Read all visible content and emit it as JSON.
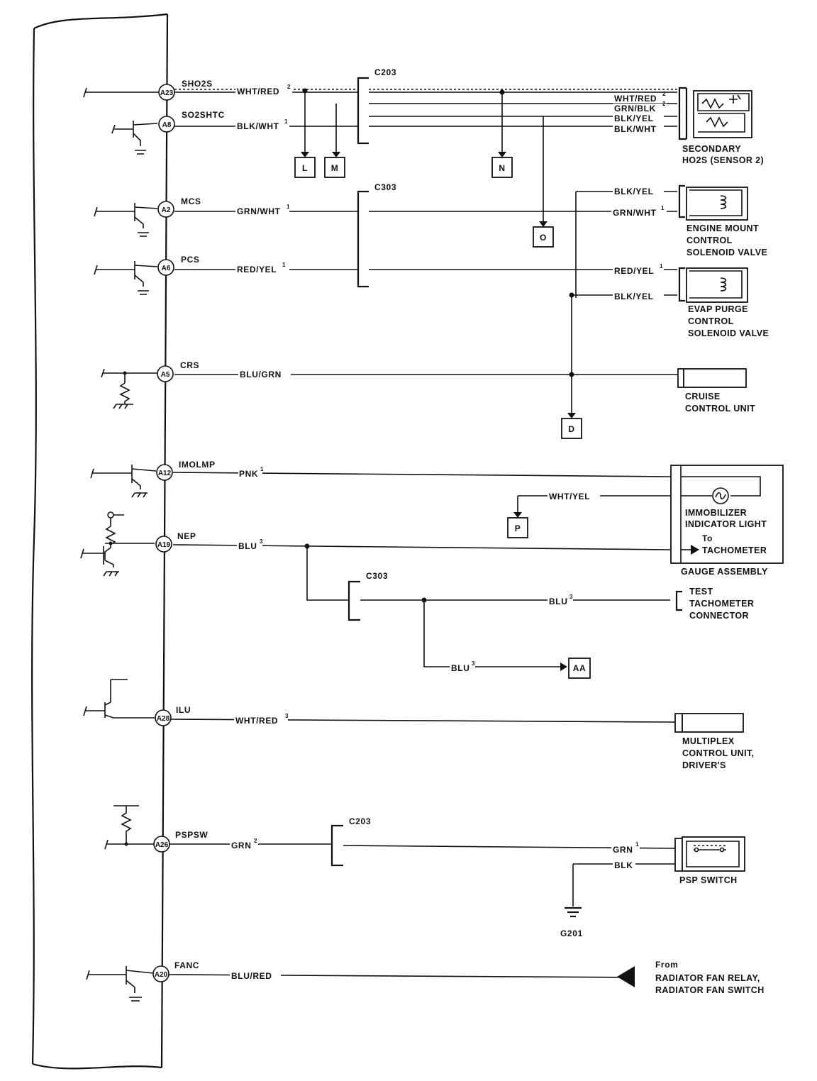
{
  "pins": [
    {
      "id": "A23",
      "signal": "SHO2S"
    },
    {
      "id": "A8",
      "signal": "SO2SHTC"
    },
    {
      "id": "A2",
      "signal": "MCS"
    },
    {
      "id": "A6",
      "signal": "PCS"
    },
    {
      "id": "A5",
      "signal": "CRS"
    },
    {
      "id": "A12",
      "signal": "IMOLMP"
    },
    {
      "id": "A19",
      "signal": "NEP"
    },
    {
      "id": "A28",
      "signal": "ILU"
    },
    {
      "id": "A26",
      "signal": "PSPSW"
    },
    {
      "id": "A20",
      "signal": "FANC"
    }
  ],
  "connectors": {
    "c203_top": "C203",
    "c303_mid": "C303",
    "c303_low": "C303",
    "c203_low": "C203"
  },
  "wires": {
    "wht_red_2": "WHT/RED",
    "blk_wht_1": "BLK/WHT",
    "grn_wht_1": "GRN/WHT",
    "red_yel_1": "RED/YEL",
    "blu_grn": "BLU/GRN",
    "pnk_1": "PNK",
    "blu_3": "BLU",
    "wht_red_3": "WHT/RED",
    "grn_2": "GRN",
    "blu_red": "BLU/RED",
    "r_wht_red_2": "WHT/RED",
    "r_grn_blk": "GRN/BLK",
    "r_blk_yel": "BLK/YEL",
    "r_blk_wht": "BLK/WHT",
    "r_blk_yel_emc": "BLK/YEL",
    "r_grn_wht": "GRN/WHT",
    "r_red_yel": "RED/YEL",
    "r_blk_yel_evap": "BLK/YEL",
    "r_wht_yel": "WHT/YEL",
    "r_blu_tach": "BLU",
    "r_blu_aa": "BLU",
    "r_grn_1": "GRN",
    "r_blk": "BLK"
  },
  "superscripts": {
    "s1": "1",
    "s2": "2",
    "s3": "3"
  },
  "refs": {
    "L": "L",
    "M": "M",
    "N": "N",
    "O": "O",
    "D": "D",
    "P": "P",
    "AA": "AA"
  },
  "components": {
    "ho2s": [
      "SECONDARY",
      "HO2S (SENSOR 2)"
    ],
    "engine_mount": [
      "ENGINE MOUNT",
      "CONTROL",
      "SOLENOID VALVE"
    ],
    "evap": [
      "EVAP PURGE",
      "CONTROL",
      "SOLENOID VALVE"
    ],
    "cruise": [
      "CRUISE",
      "CONTROL UNIT"
    ],
    "immobilizer": [
      "IMMOBILIZER",
      "INDICATOR LIGHT"
    ],
    "to_tach": [
      "To",
      "TACHOMETER"
    ],
    "gauge": "GAUGE ASSEMBLY",
    "test_tach": [
      "TEST",
      "TACHOMETER",
      "CONNECTOR"
    ],
    "multiplex": [
      "MULTIPLEX",
      "CONTROL UNIT,",
      "DRIVER'S"
    ],
    "psp": "PSP SWITCH",
    "ground": "G201",
    "radiator": [
      "From",
      "RADIATOR FAN RELAY,",
      "RADIATOR FAN SWITCH"
    ]
  }
}
